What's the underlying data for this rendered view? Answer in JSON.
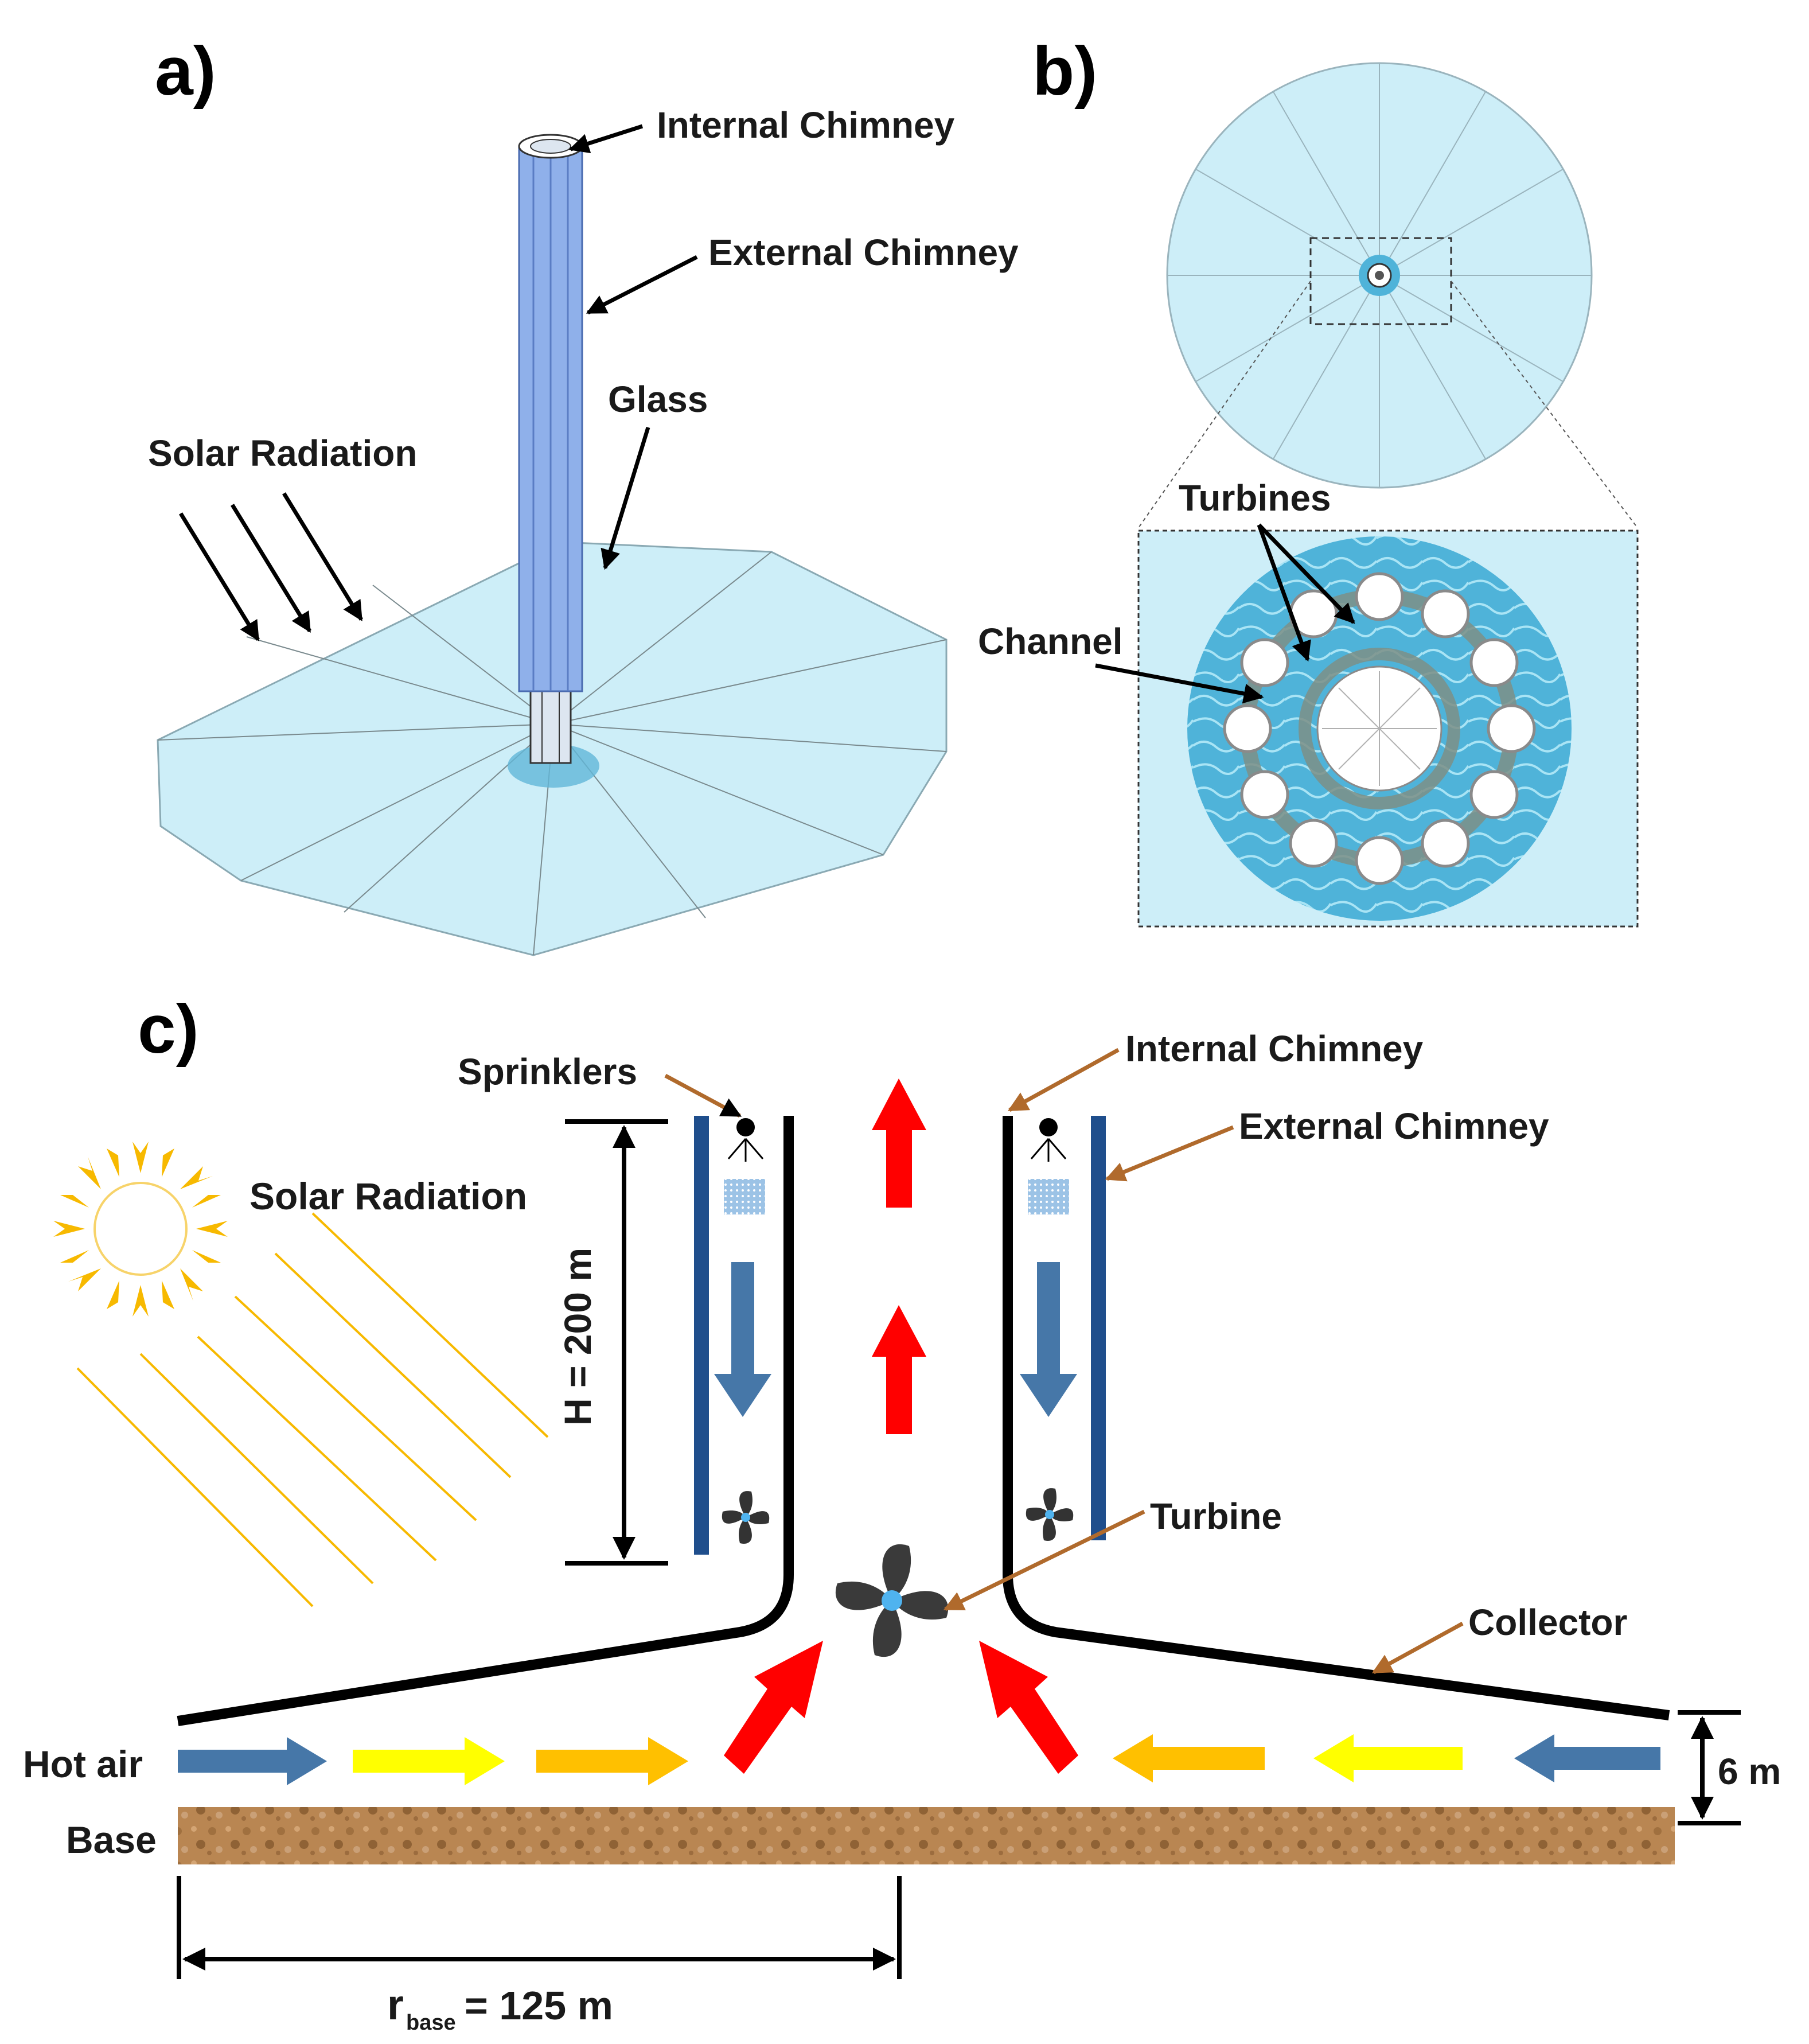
{
  "panels": {
    "a": {
      "label": "a)",
      "internal_chimney": "Internal Chimney",
      "external_chimney": "External Chimney",
      "glass": "Glass",
      "solar_radiation": "Solar Radiation"
    },
    "b": {
      "label": "b)",
      "turbines": "Turbines",
      "channel": "Channel"
    },
    "c": {
      "label": "c)",
      "sprinklers": "Sprinklers",
      "internal_chimney": "Internal Chimney",
      "external_chimney": "External Chimney",
      "solar_radiation": "Solar Radiation",
      "height": "H = 200 m",
      "turbine": "Turbine",
      "collector": "Collector",
      "hot_air": "Hot air",
      "base": "Base",
      "gap": "6 m",
      "radius_symbol": "r",
      "radius_subscript": "base",
      "radius_value": "= 125 m"
    }
  },
  "colors": {
    "glass": "#cdeef8",
    "chimney": "#8fb0ea",
    "water": "#4fb3d9",
    "dark_blue": "#1f4e8c",
    "down_arrow": "#4677a8",
    "red_arrow": "#ff0000",
    "yellow_arrow": "#ffff00",
    "orange_arrow": "#ffc000",
    "callout_brown": "#b06a2c",
    "sun": "#f7b900",
    "soil": "#b98652"
  }
}
